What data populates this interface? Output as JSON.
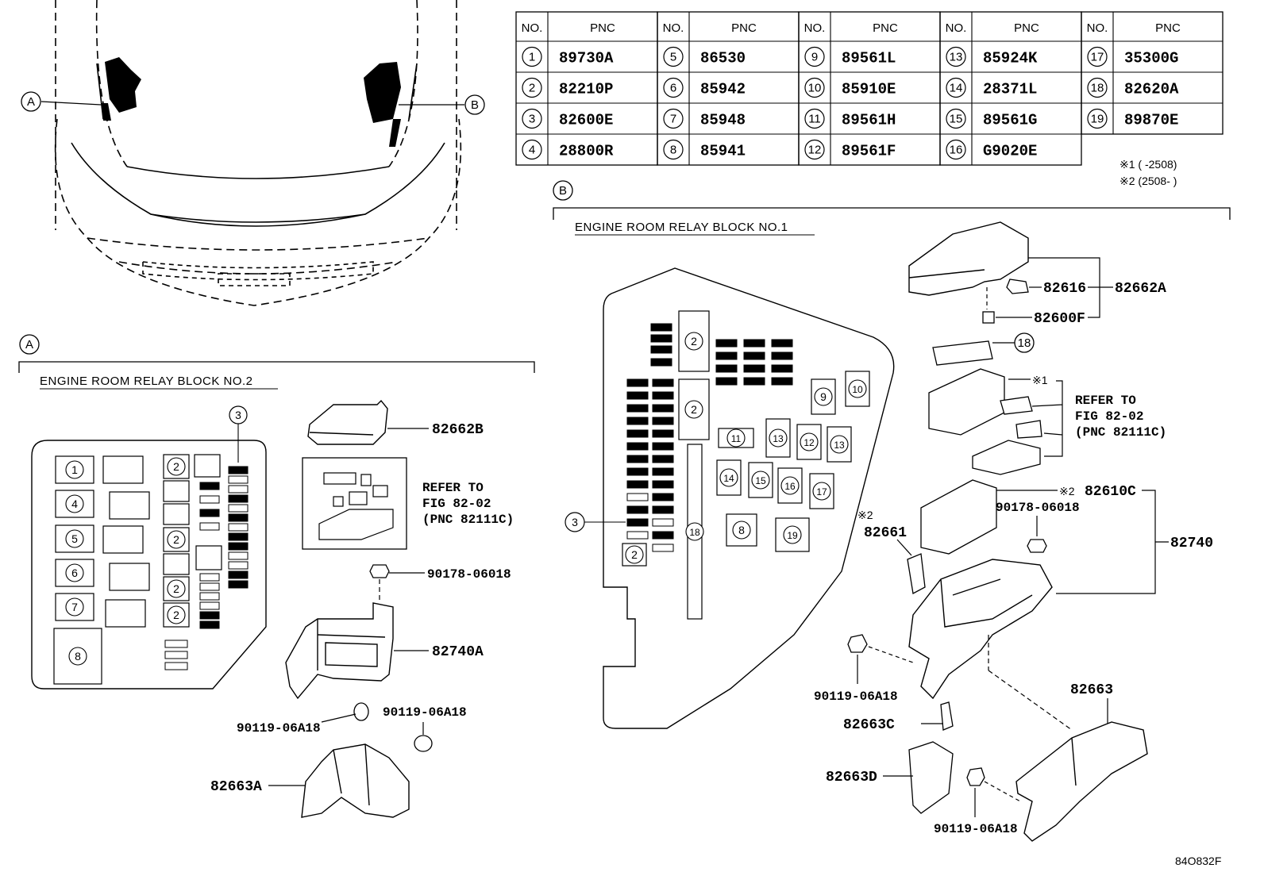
{
  "pnc_table": {
    "headers": [
      {
        "no": "NO.",
        "pnc": "PNC"
      },
      {
        "no": "NO.",
        "pnc": "PNC"
      },
      {
        "no": "NO.",
        "pnc": "PNC"
      },
      {
        "no": "NO.",
        "pnc": "PNC"
      },
      {
        "no": "NO.",
        "pnc": "PNC"
      }
    ],
    "columns": [
      [
        {
          "no": "1",
          "pnc": "89730A"
        },
        {
          "no": "2",
          "pnc": "82210P"
        },
        {
          "no": "3",
          "pnc": "82600E"
        },
        {
          "no": "4",
          "pnc": "28800R"
        }
      ],
      [
        {
          "no": "5",
          "pnc": "86530"
        },
        {
          "no": "6",
          "pnc": "85942"
        },
        {
          "no": "7",
          "pnc": "85948"
        },
        {
          "no": "8",
          "pnc": "85941"
        }
      ],
      [
        {
          "no": "9",
          "pnc": "89561L"
        },
        {
          "no": "10",
          "pnc": "85910E"
        },
        {
          "no": "11",
          "pnc": "89561H"
        },
        {
          "no": "12",
          "pnc": "89561F"
        }
      ],
      [
        {
          "no": "13",
          "pnc": "85924K"
        },
        {
          "no": "14",
          "pnc": "28371L"
        },
        {
          "no": "15",
          "pnc": "89561G"
        },
        {
          "no": "16",
          "pnc": "G9020E"
        }
      ],
      [
        {
          "no": "17",
          "pnc": "35300G"
        },
        {
          "no": "18",
          "pnc": "82620A"
        },
        {
          "no": "19",
          "pnc": "89870E"
        }
      ]
    ]
  },
  "notes": {
    "note1": "※1 (      -2508)",
    "note2": "※2 (2508-      )"
  },
  "callouts": {
    "a": "A",
    "b": "B"
  },
  "section_a": {
    "title": "ENGINE ROOM RELAY BLOCK NO.2",
    "cover": "82662B",
    "refer": [
      "REFER TO",
      "FIG 82-02",
      "(PNC 82111C)"
    ],
    "bolt_top": "90178-06018",
    "block": "82740A",
    "bolt_left": "90119-06A18",
    "bolt_right": "90119-06A18",
    "bracket": "82663A",
    "fuse_labels": [
      "1",
      "4",
      "5",
      "6",
      "7",
      "8",
      "2",
      "2",
      "2",
      "2",
      "3"
    ]
  },
  "section_b": {
    "title": "ENGINE ROOM RELAY BLOCK NO.1",
    "cover_parts": [
      "82616",
      "82662A",
      "82600F"
    ],
    "item18": "18",
    "note_mark1": "※1",
    "note_mark2": "※2",
    "refer": [
      "REFER TO",
      "FIG 82-02",
      "(PNC 82111C)"
    ],
    "part_82610c": "82610C",
    "part_82661": "82661",
    "bolt_top": "90178-06018",
    "block": "82740",
    "bolt_mid": "90119-06A18",
    "part_82663c": "82663C",
    "part_82663": "82663",
    "part_82663d": "82663D",
    "bolt_bottom": "90119-06A18",
    "fuse_labels": [
      "2",
      "2",
      "2",
      "9",
      "10",
      "11",
      "13",
      "12",
      "13",
      "14",
      "15",
      "16",
      "17",
      "8",
      "19",
      "18",
      "3"
    ]
  },
  "figure_code": "84O832F"
}
